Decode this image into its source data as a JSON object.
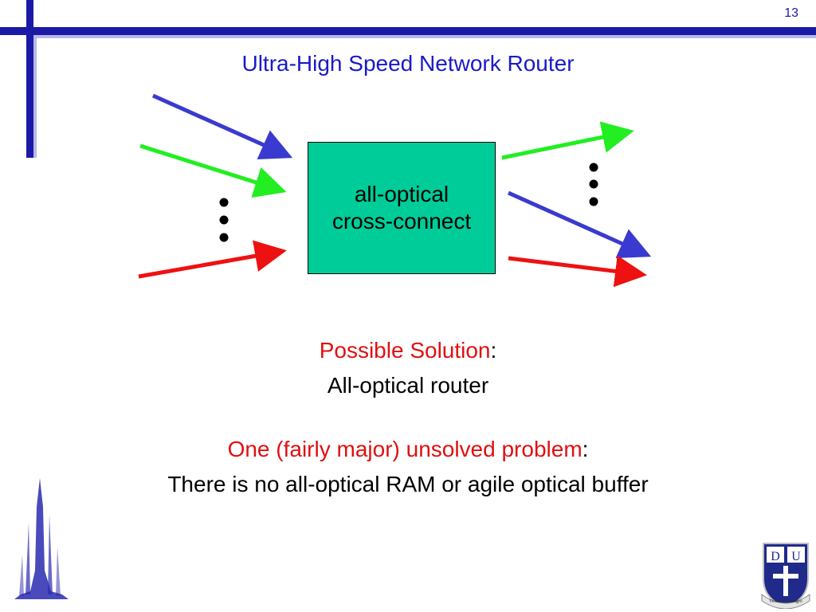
{
  "page_number": "13",
  "title": "Ultra-High Speed Network Router",
  "box": {
    "line1": "all-optical",
    "line2": "cross-connect"
  },
  "solution": {
    "label": "Possible Solution",
    "colon": ":",
    "text": "All-optical router"
  },
  "problem": {
    "label": "One (fairly major) unsolved problem",
    "colon": ":",
    "text": "There is no all-optical RAM or agile optical buffer"
  },
  "crest_motto": "Veritas et Religio",
  "colors": {
    "blue_arrow": "#3a3ad0",
    "green_arrow": "#22ee22",
    "red_arrow": "#ee1111",
    "box_fill": "#00cc99",
    "title": "#1a1ac8",
    "highlight": "#e01010"
  },
  "icons": [
    "ellipsis-dots-icon",
    "histogram-logo-icon",
    "duke-crest-icon"
  ]
}
